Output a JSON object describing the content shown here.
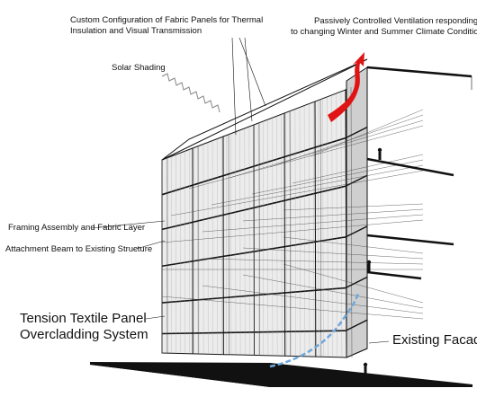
{
  "diagram": {
    "labels": {
      "fabric_config": [
        "Custom Configuration of Fabric Panels for Thermal",
        "Insulation and Visual Transmission"
      ],
      "ventilation": [
        "Passively Controlled Ventilation responding",
        "to changing Winter and Summer Climate Conditions"
      ],
      "solar_shading": "Solar Shading",
      "framing": "Framing Assembly and Fabric Layer",
      "attachment": "Attachment Beam to Existing Structure",
      "system_title": [
        "Tension Textile Panel",
        "Overcladding System"
      ],
      "existing_facade": "Existing Facade"
    },
    "colors": {
      "ventilation_arrow": "#e01414",
      "air_flow": "#6fa8dc",
      "line": "#111111",
      "fabric": "#cfcfcf"
    },
    "icons": [
      "person-figure-icon",
      "solar-ray-icon",
      "airflow-arrow-icon"
    ]
  }
}
